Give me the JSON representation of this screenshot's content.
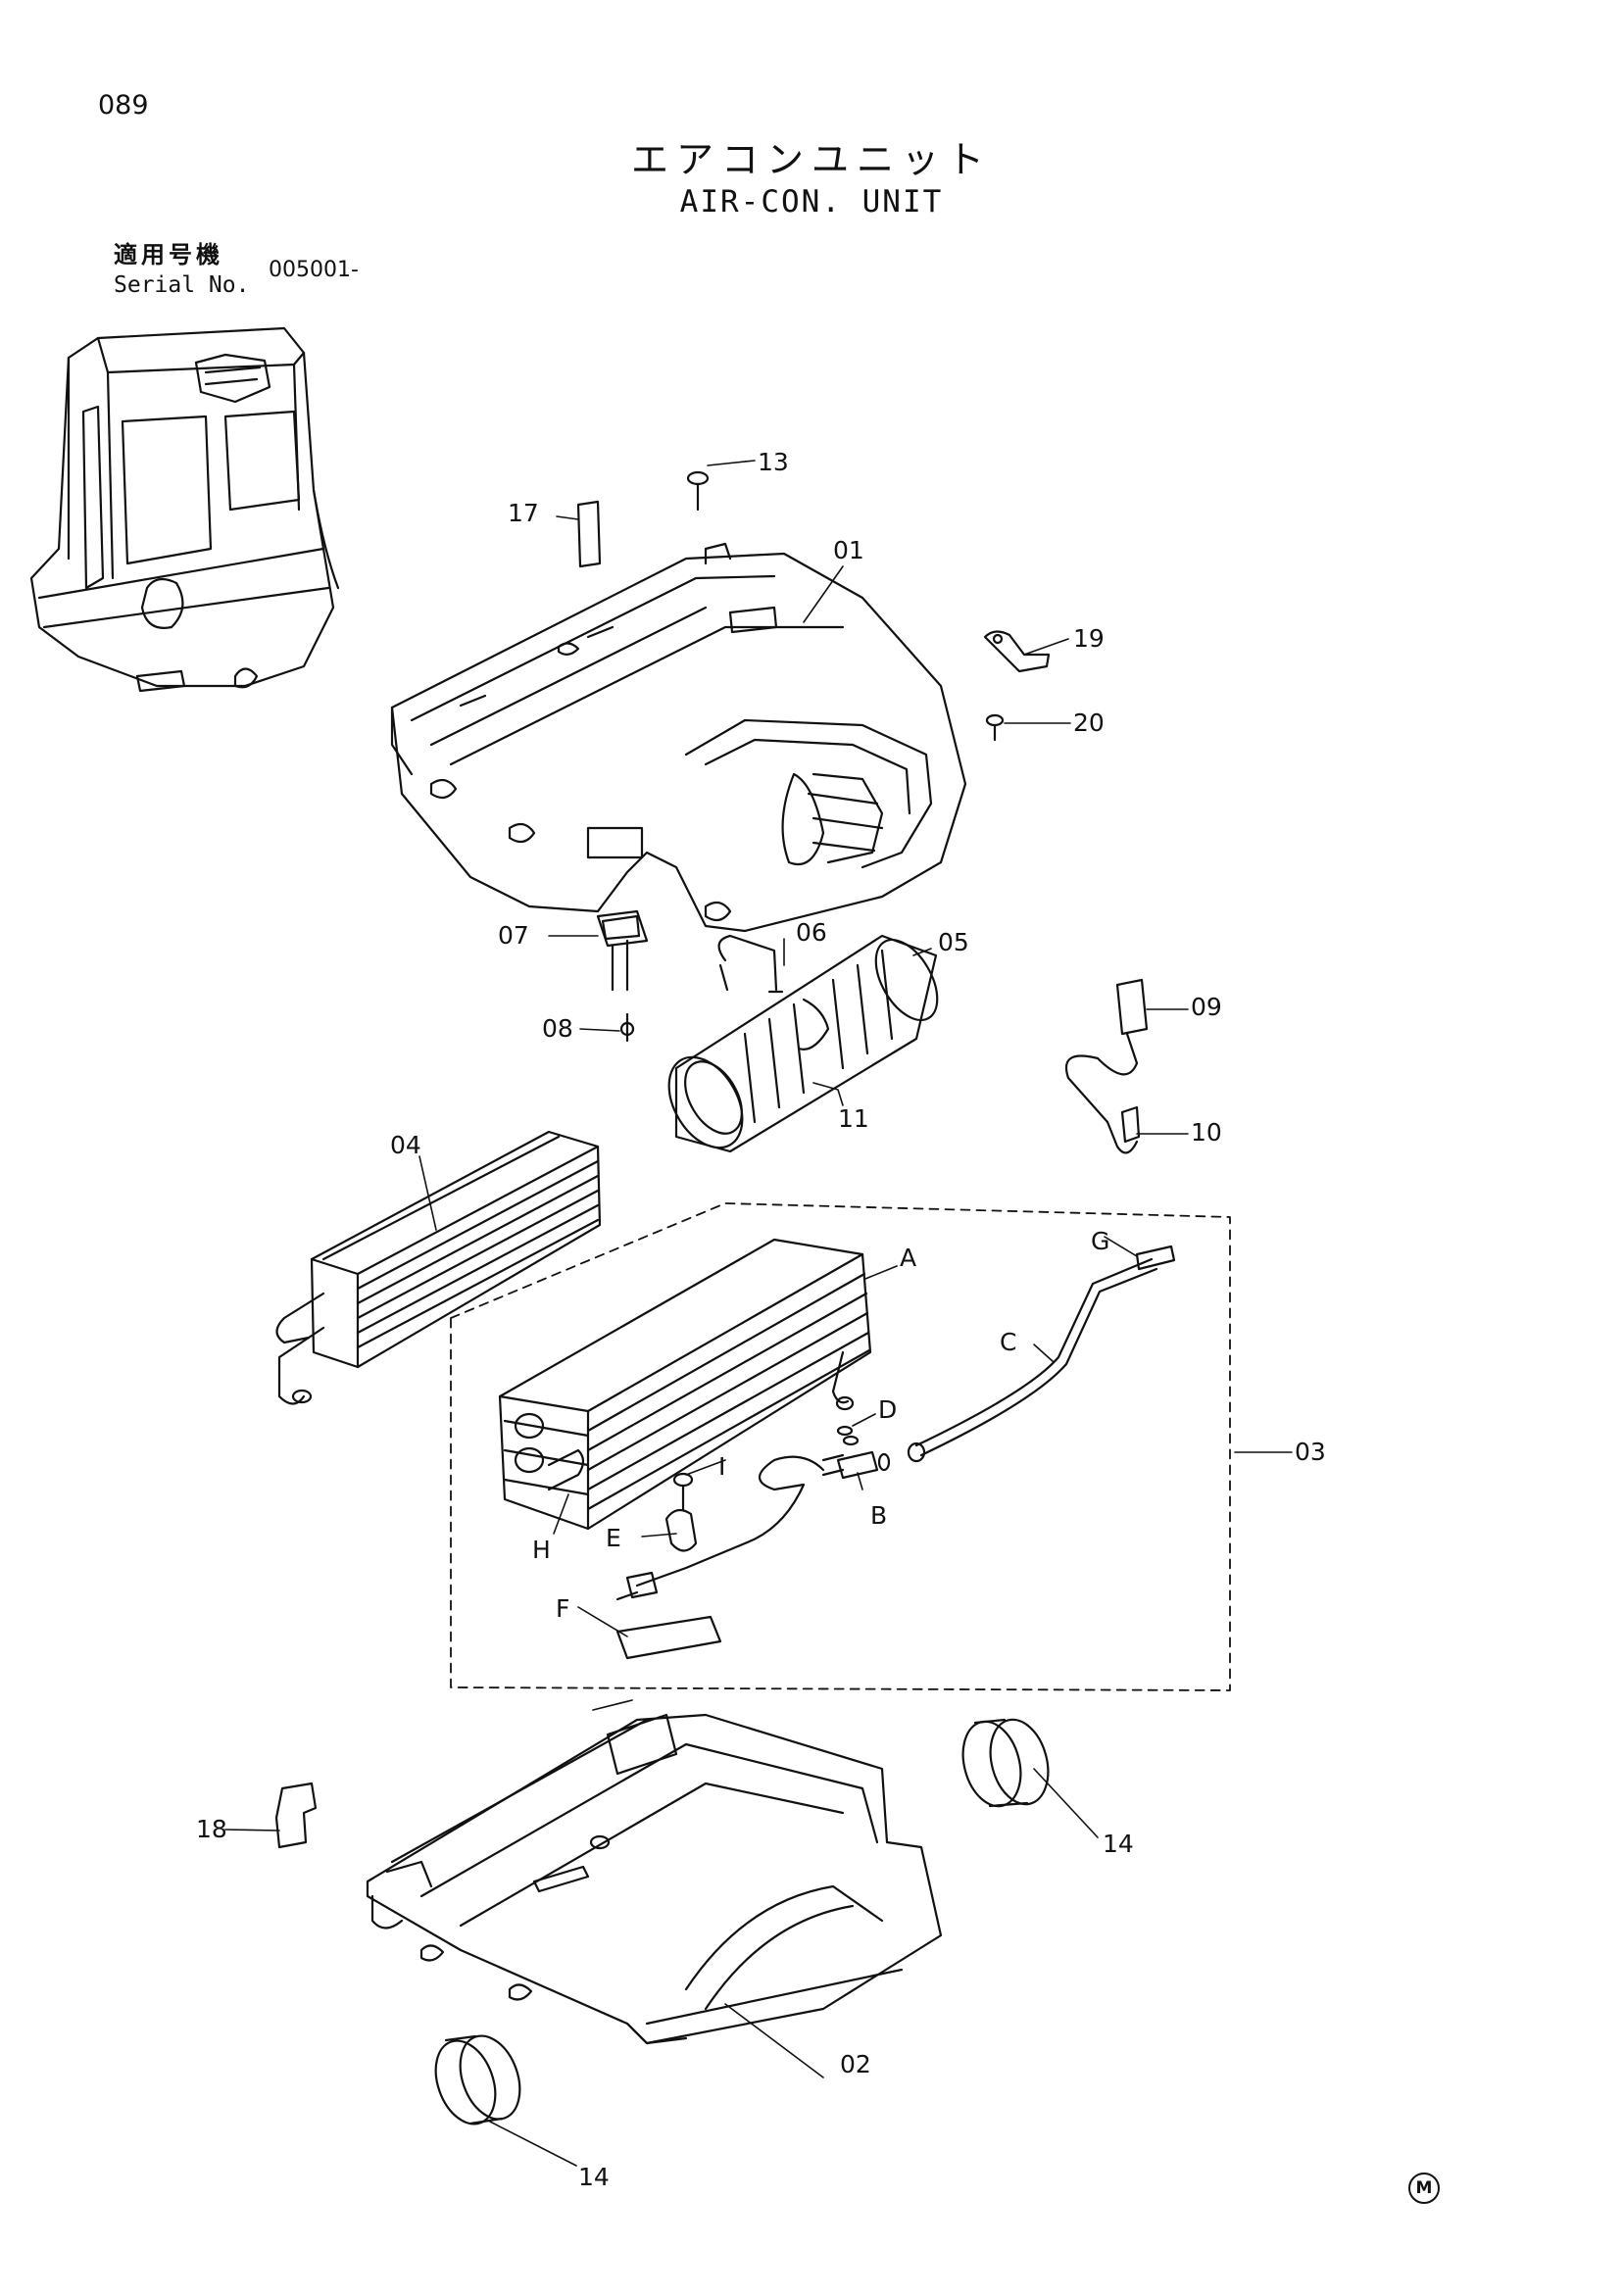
{
  "header": {
    "page_number": "089",
    "title_jp": "エアコンユニット",
    "title_en": "AIR-CON. UNIT",
    "serial_label_jp": "適用号機",
    "serial_label_en": "Serial No.",
    "serial_value": "005001-"
  },
  "callouts": {
    "c01": "01",
    "c02": "02",
    "c03": "03",
    "c04": "04",
    "c05": "05",
    "c06": "06",
    "c07": "07",
    "c08": "08",
    "c09": "09",
    "c10": "10",
    "c11": "11",
    "c13": "13",
    "c14a": "14",
    "c14b": "14",
    "c17": "17",
    "c18": "18",
    "c19": "19",
    "c20": "20",
    "cA": "A",
    "cB": "B",
    "cC": "C",
    "cD": "D",
    "cE": "E",
    "cF": "F",
    "cG": "G",
    "cH": "H",
    "cI": "I"
  },
  "footer": {
    "logo": "M"
  }
}
